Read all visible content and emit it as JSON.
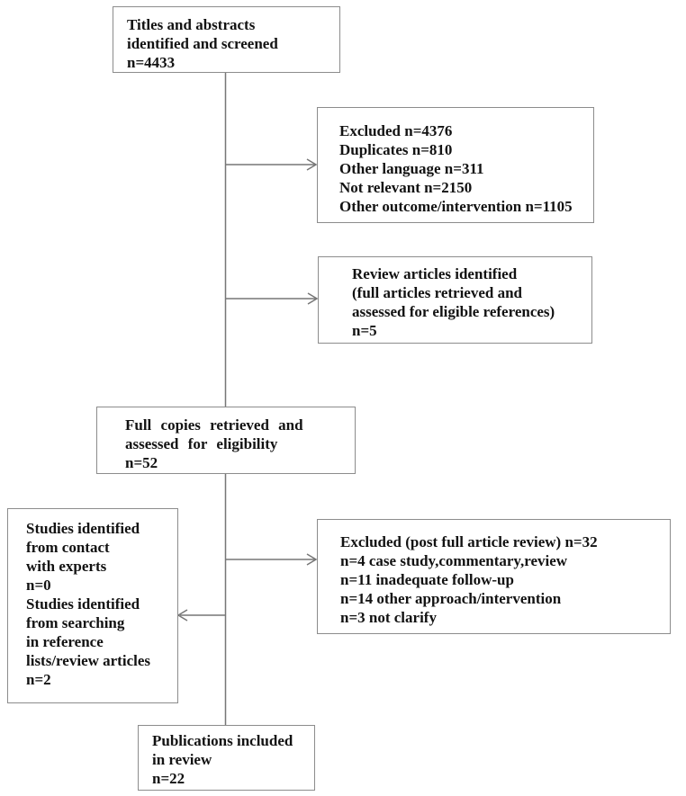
{
  "diagram": {
    "type": "flowchart",
    "description": "Study selection flow diagram (titles/abstracts screening to included publications)"
  },
  "colors": {
    "background": "#ffffff",
    "box_border": "#8c8c8c",
    "connector_line": "#767676",
    "text": "#121212"
  },
  "nodes": {
    "screened": {
      "lines": [
        "Titles and abstracts",
        "identified and screened",
        "n=4433"
      ]
    },
    "excluded_screening": {
      "lines": [
        "Excluded n=4376",
        "Duplicates n=810",
        "Other language n=311",
        "Not relevant n=2150",
        "Other outcome/intervention n=1105"
      ]
    },
    "review_articles": {
      "lines": [
        "Review articles identified",
        "(full articles retrieved and",
        "assessed for eligible references)",
        "n=5"
      ]
    },
    "full_copies": {
      "lines": [
        "Full copies retrieved and",
        "assessed for eligibility",
        "n=52"
      ]
    },
    "studies_identified": {
      "lines": [
        "Studies identified",
        "from contact",
        "with experts",
        "n=0",
        "Studies identified",
        "from searching",
        "in reference",
        "lists/review articles",
        "n=2"
      ]
    },
    "excluded_full_review": {
      "lines": [
        "Excluded (post full article review) n=32",
        "n=4 case study,commentary,review",
        "n=11 inadequate follow-up",
        "n=14 other approach/intervention",
        "n=3 not clarify"
      ]
    },
    "included": {
      "lines": [
        "Publications included",
        "in review",
        "n=22"
      ]
    }
  }
}
